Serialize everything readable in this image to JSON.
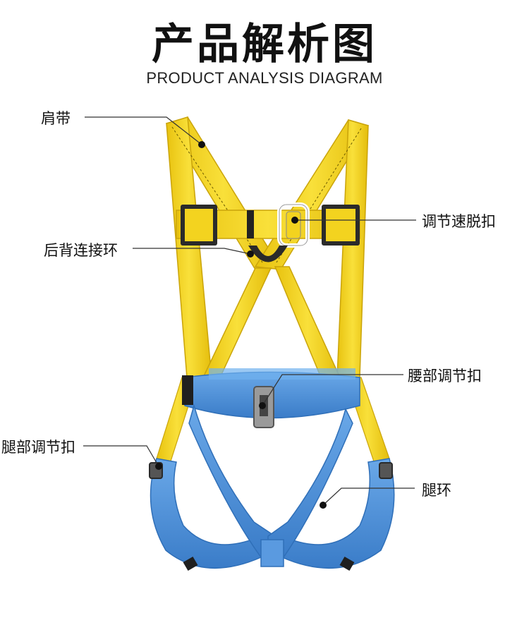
{
  "header": {
    "title": "产品解析图",
    "subtitle": "PRODUCT ANALYSIS DIAGRAM"
  },
  "labels": {
    "shoulder_strap": "肩带",
    "quick_release_buckle": "调节速脱扣",
    "back_connection_ring": "后背连接环",
    "waist_buckle": "腰部调节扣",
    "leg_buckle": "腿部调节扣",
    "leg_loop": "腿环"
  },
  "colors": {
    "strap_yellow": "#f3d31f",
    "strap_blue": "#4a8fd8",
    "buckle_dark": "#2a2a2a",
    "line": "#333333"
  }
}
